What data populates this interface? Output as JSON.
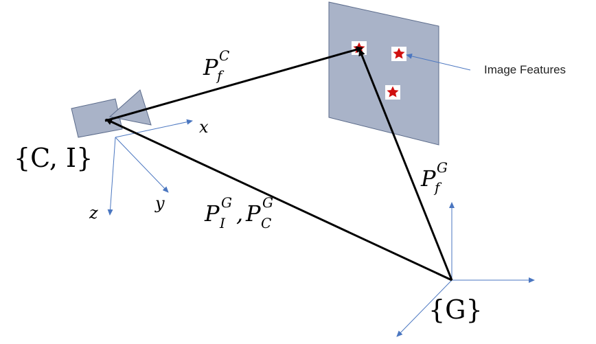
{
  "frames": {
    "camera_imu": "{C, I}",
    "global": "{G}"
  },
  "axes": {
    "x": "x",
    "y": "y",
    "z": "z"
  },
  "vectors": {
    "camera_to_feature": {
      "base": "P",
      "sub": "f",
      "sup": "C"
    },
    "global_to_feature": {
      "base": "P",
      "sub": "f",
      "sup": "G"
    },
    "global_to_imu": {
      "base": "P",
      "sub": "I",
      "sup": "G"
    },
    "global_to_camera": {
      "base": "P",
      "sub": "C",
      "sup": "G"
    },
    "separator": ","
  },
  "annotation": "Image Features",
  "colors": {
    "plane_fill": "#a9b3c8",
    "plane_stroke": "#5a6a8a",
    "axis_blue": "#4a76c0",
    "arrow_black": "#000000",
    "star_red": "#d01010"
  }
}
